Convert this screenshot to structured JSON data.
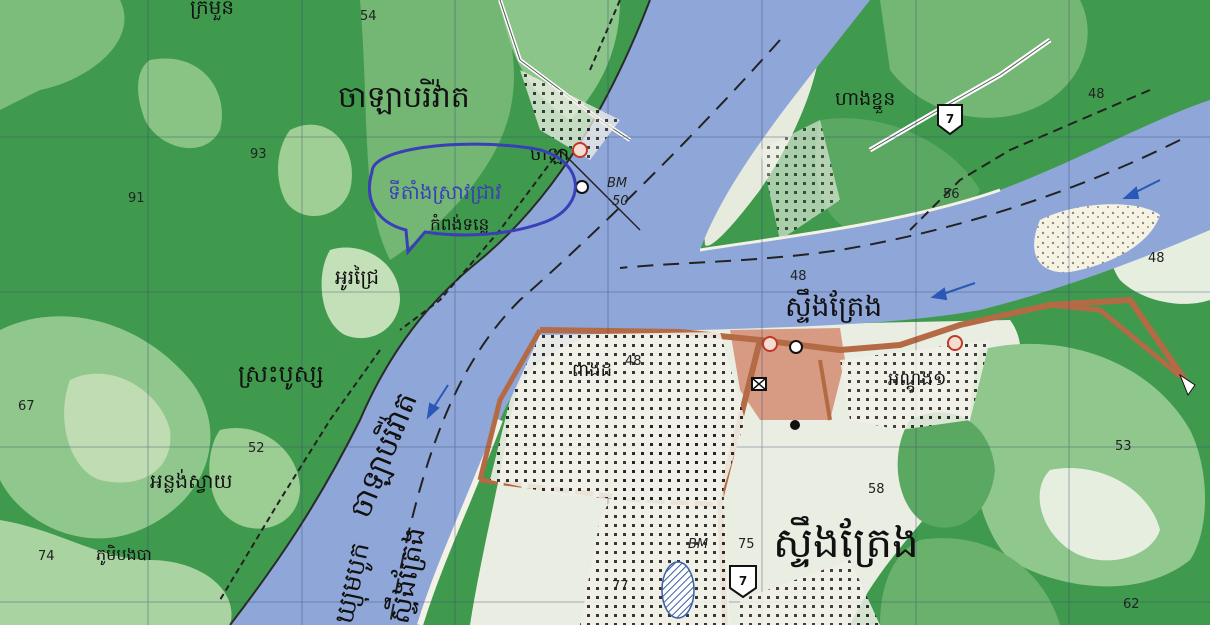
{
  "map": {
    "labels": {
      "top_cut": "ក្រមួន",
      "channel_north": "ចាឡាបរិវ៉ាត",
      "village_chaa": "ចាឡា",
      "kompong_tonle": "កំពង់ទន្លេ",
      "houses_left": "អូរជ្រៃ",
      "srah_bosra": "ស្រះបូស្ស",
      "om_kong_sbay": "អន្លង់ស្វាយ",
      "kam_sa_nha": "ភូមិបងបា",
      "ha_kong_soun": "ហាងខ្នួន",
      "river_stung_treng": "ស្ទឹងត្រែង",
      "river_chaa_lower": "ចាឡាបរិវ៉ាត",
      "river_stung_treng_2": "ស្ទឹងត្រែង",
      "river_bottom": "ឃ្យុមបូក",
      "town_kanda": "ពាងដ",
      "town_smol": "អណ្ដូង១",
      "town_big": "ស្ទឹងត្រែង"
    },
    "callout": {
      "text": "ទីតាំងស្រាវជ្រាវ"
    },
    "elevations": {
      "e54": "54",
      "e93": "93",
      "e91": "91",
      "e67": "67",
      "e52": "52",
      "e74": "74",
      "e48a": "48",
      "e56": "56",
      "e48b": "48",
      "e48c": "48",
      "e48d": "48",
      "e53": "53",
      "e58": "58",
      "e75": "75",
      "e77": "77",
      "e62": "62",
      "e50": "50"
    },
    "benchmarks": {
      "bm_top": "BM",
      "bm_bottom": "BM"
    },
    "routes": {
      "r7_top": "7",
      "r7_bottom": "7"
    },
    "colors": {
      "forest": "#3f9a4e",
      "forest_light": "#8fc78d",
      "open": "#eaeee2",
      "water": "#8fa7d8",
      "road": "#b36a45",
      "callout": "#3a3fb8"
    }
  }
}
